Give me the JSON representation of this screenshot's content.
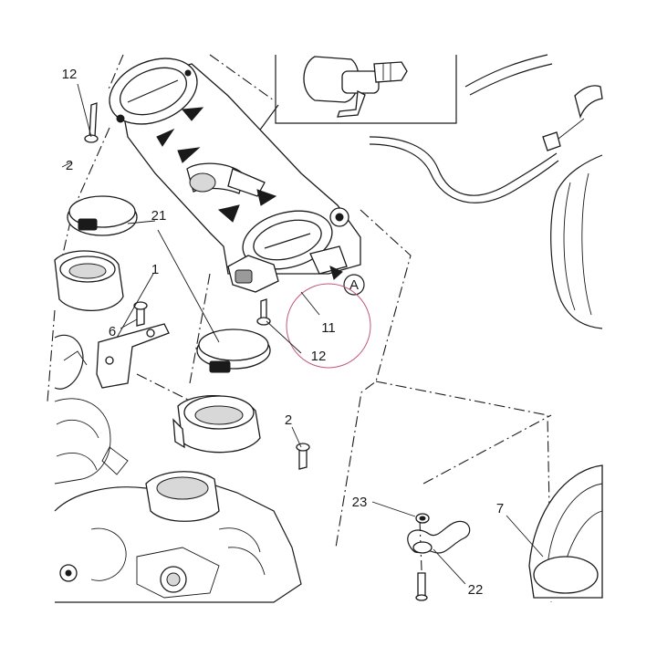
{
  "diagram": {
    "callouts": {
      "c12_top": "12",
      "c2_top": "2",
      "c21": "21",
      "c1": "1",
      "c6": "6",
      "c11": "11",
      "c12_mid": "12",
      "c2_mid": "2",
      "c23": "23",
      "c22": "22",
      "c7": "7",
      "ref_a": "A"
    },
    "colors": {
      "ink": "#1a1a1a",
      "highlight_circle": "#c0587a",
      "background": "#ffffff"
    }
  }
}
